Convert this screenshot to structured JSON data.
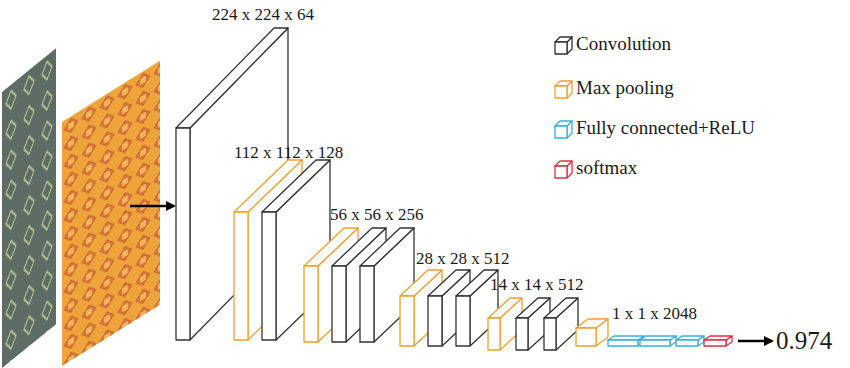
{
  "diagram": {
    "labels": [
      "224 x 224 x 64",
      "112 x 112 x 128",
      "56 x 56 x 256",
      "28 x 28 x 512",
      "14 x 14 x 512",
      "1 x 1 x 2048",
      "0.974"
    ],
    "legend": [
      {
        "text": "Convolution",
        "color": "#333333"
      },
      {
        "text": "Max pooling",
        "color": "#f0a030"
      },
      {
        "text": "Fully connected+ReLU",
        "color": "#3aaee0"
      },
      {
        "text": "softmax",
        "color": "#e03040"
      }
    ]
  }
}
